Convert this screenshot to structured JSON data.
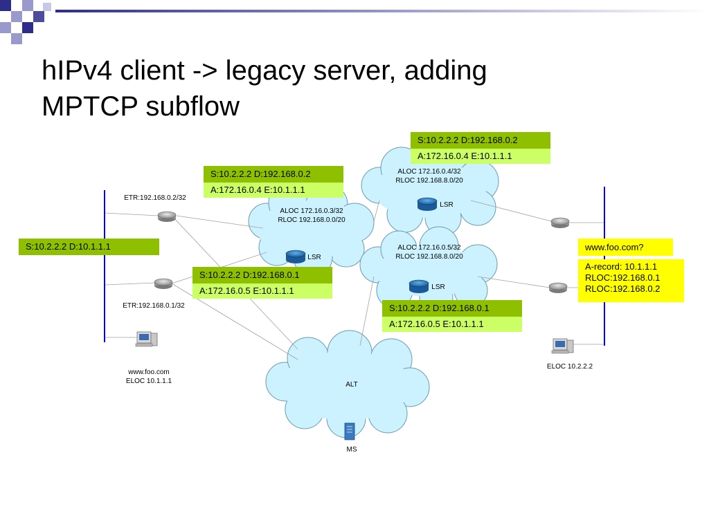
{
  "slide": {
    "title": "hIPv4 client  -> legacy server, adding\nMPTCP subflow"
  },
  "nodes": {
    "etr_top": "ETR:192.168.0.2/32",
    "etr_bottom": "ETR:192.168.0.1/32",
    "server_line1": "www.foo.com",
    "server_line2": "ELOC 10.1.1.1",
    "cloud_mid_aloc": "ALOC 172.16.0.3/32",
    "cloud_mid_rloc": "RLOC 192.168.0.0/20",
    "cloud_mid_lsr": "LSR",
    "cloud_tr_aloc": "ALOC 172.16.0.4/32",
    "cloud_tr_rloc": "RLOC 192.168.8.0/20",
    "cloud_tr_lsr": "LSR",
    "cloud_r_aloc": "ALOC 172.16.0.5/32",
    "cloud_r_rloc": "RLOC 192.168.8.0/20",
    "cloud_r_lsr": "LSR",
    "alt": "ALT",
    "ms": "MS",
    "client_eloc": "ELOC 10.2.2.2"
  },
  "packets": {
    "left": "S:10.2.2.2 D:10.1.1.1",
    "top_right_hdr": "S:10.2.2.2 D:192.168.0.2",
    "top_right_sub": "A:172.16.0.4 E:10.1.1.1",
    "mid_top_hdr": "S:10.2.2.2 D:192.168.0.2",
    "mid_top_sub": "A:172.16.0.4 E:10.1.1.1",
    "mid_low_hdr": "S:10.2.2.2 D:192.168.0.1",
    "mid_low_sub": "A:172.16.0.5 E:10.1.1.1",
    "right_low_hdr": "S:10.2.2.2 D:192.168.0.1",
    "right_low_sub": "A:172.16.0.5 E:10.1.1.1"
  },
  "dns": {
    "query": "www.foo.com?",
    "answer": [
      "A-record: 10.1.1.1",
      "RLOC:192.168.0.1",
      "RLOC:192.168.0.2"
    ]
  },
  "colors": {
    "header_green": "#8fc000",
    "sub_green": "#ccff66",
    "dns_yellow": "#ffff00",
    "cloud_fill": "#ccf2ff",
    "link_blue": "#0000cc",
    "deco_navy": "#2e2e8a",
    "deco_lavender": "#9999cc"
  }
}
